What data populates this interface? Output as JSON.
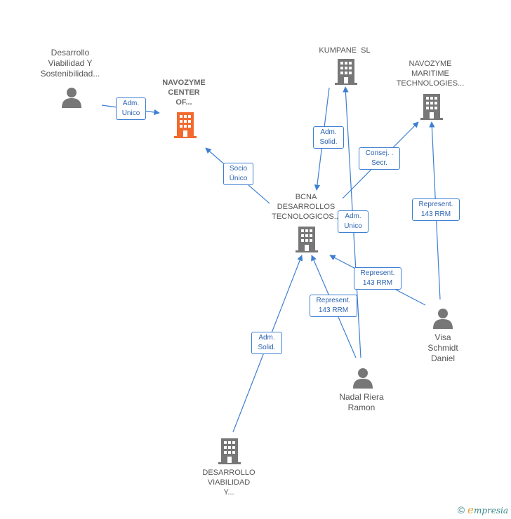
{
  "nodes": {
    "desarrollo_persona": {
      "label": "Desarrollo\nViabilidad Y\nSostenibilidad...",
      "kind": "person"
    },
    "navozyme_center": {
      "label": "NAVOZYME\nCENTER\nOF...",
      "kind": "company-highlight"
    },
    "kumpane": {
      "label": "KUMPANE  SL",
      "kind": "company"
    },
    "navozyme_maritime": {
      "label": "NAVOZYME\nMARITIME\nTECHNOLOGIES...",
      "kind": "company"
    },
    "bcna": {
      "label": "BCNA\nDESARROLLOS\nTECNOLOGICOS...",
      "kind": "company"
    },
    "visa": {
      "label": "Visa\nSchmidt\nDaniel",
      "kind": "person"
    },
    "nadal": {
      "label": "Nadal Riera\nRamon",
      "kind": "person"
    },
    "desarrollo_viabilidad": {
      "label": "DESARROLLO\nVIABILIDAD\nY...",
      "kind": "company"
    }
  },
  "edges": {
    "e1": {
      "label": "Adm.\nUnico"
    },
    "e2": {
      "label": "Socio\nÚnico"
    },
    "e3": {
      "label": "Adm.\nSolid."
    },
    "e4": {
      "label": "Consej. .\nSecr."
    },
    "e5": {
      "label": "Adm.\nUnico"
    },
    "e6": {
      "label": "Represent.\n143 RRM"
    },
    "e7": {
      "label": "Represent.\n143 RRM"
    },
    "e8": {
      "label": "Represent.\n143 RRM"
    },
    "e9": {
      "label": "Adm.\nSolid."
    }
  },
  "colors": {
    "edge": "#3d7fd1",
    "icon": "#777777",
    "highlight": "#f26a2e"
  },
  "footer": {
    "copyright": "©",
    "brand_initial": "e",
    "brand_rest": "mpresia"
  }
}
